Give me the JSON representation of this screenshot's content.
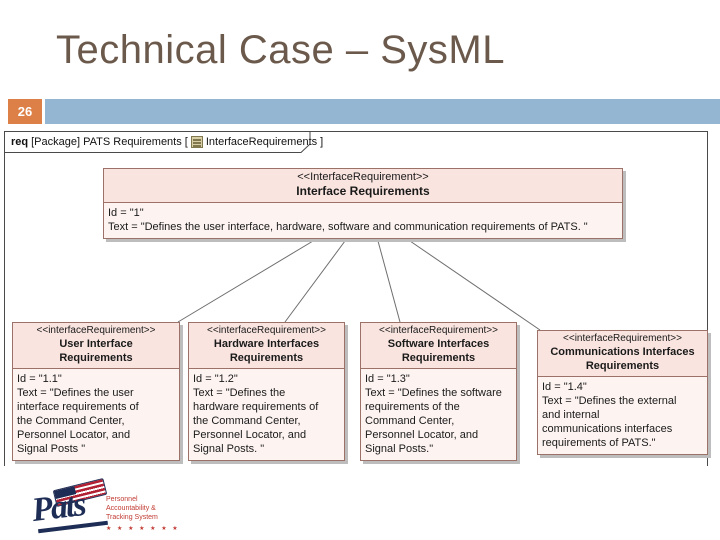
{
  "slide": {
    "title": "Technical Case – SysML",
    "number": "26",
    "colors": {
      "title_text": "#6b594c",
      "accent_orange": "#dd8047",
      "accent_blue": "#94b6d2",
      "box_border": "#9c7168",
      "box_header_bg": "#f9e4df",
      "box_body_bg": "#fdf4f2",
      "connector": "#6e6e6e"
    }
  },
  "frame": {
    "keyword": "req",
    "package_label": "[Package] PATS Requirements [",
    "icon": "diagram-icon",
    "diagram_label": "InterfaceRequirements ]"
  },
  "parent_requirement": {
    "stereotype": "<<InterfaceRequirement>>",
    "name": "Interface Requirements",
    "body": "Id = \"1\"\nText = \"Defines the user interface, hardware, software  and communication requirements of PATS. \""
  },
  "child_requirements": [
    {
      "stereotype": "<<interfaceRequirement>>",
      "name": "User Interface\nRequirements",
      "body": "Id = \"1.1\"\nText = \"Defines the user\ninterface requirements of\nthe Command Center,\nPersonnel Locator, and\nSignal Posts \""
    },
    {
      "stereotype": "<<interfaceRequirement>>",
      "name": "Hardware Interfaces\nRequirements",
      "body": "Id = \"1.2\"\nText = \"Defines the\nhardware requirements of\nthe Command Center,\nPersonnel Locator, and\nSignal Posts. \""
    },
    {
      "stereotype": "<<interfaceRequirement>>",
      "name": "Software Interfaces\nRequirements",
      "body": "Id = \"1.3\"\nText = \"Defines the software\nrequirements of the\nCommand Center,\nPersonnel Locator, and\nSignal Posts.\""
    },
    {
      "stereotype": "<<interfaceRequirement>>",
      "name": "Communications Interfaces\nRequirements",
      "body": "Id = \"1.4\"\nText = \"Defines the external\nand internal\ncommunications interfaces\nrequirements of PATS.\""
    }
  ],
  "connectors": [
    {
      "type": "containment",
      "from": "Interface Requirements",
      "to": "User Interface Requirements"
    },
    {
      "type": "containment",
      "from": "Interface Requirements",
      "to": "Hardware Interfaces Requirements"
    },
    {
      "type": "containment",
      "from": "Interface Requirements",
      "to": "Software Interfaces Requirements"
    },
    {
      "type": "containment",
      "from": "Interface Requirements",
      "to": "Communications Interfaces Requirements"
    }
  ],
  "logo": {
    "wordmark": "Pats",
    "tagline": "Personnel\nAccountability &\nTracking System",
    "stars": "★ ★ ★ ★ ★ ★ ★"
  }
}
